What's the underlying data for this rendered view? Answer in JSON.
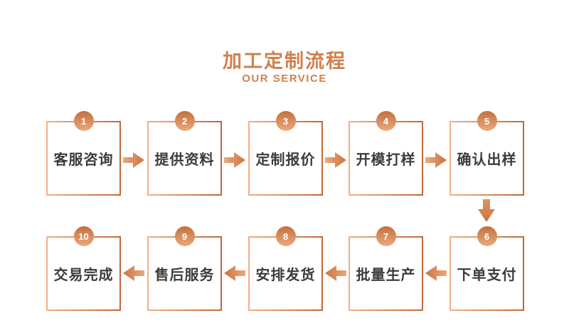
{
  "header": {
    "title": "加工定制流程",
    "subtitle": "OUR SERVICE"
  },
  "steps": [
    {
      "number": "1",
      "label": "客服咨询"
    },
    {
      "number": "2",
      "label": "提供资料"
    },
    {
      "number": "3",
      "label": "定制报价"
    },
    {
      "number": "4",
      "label": "开模打样"
    },
    {
      "number": "5",
      "label": "确认出样"
    },
    {
      "number": "6",
      "label": "下单支付"
    },
    {
      "number": "7",
      "label": "批量生产"
    },
    {
      "number": "8",
      "label": "安排发货"
    },
    {
      "number": "9",
      "label": "售后服务"
    },
    {
      "number": "10",
      "label": "交易完成"
    }
  ],
  "colors": {
    "copper": "#D0804E",
    "copper_light": "#F0B089",
    "copper_dark": "#BE6A36",
    "step_text": "#3C3C3C",
    "number_text": "#FFFFFF",
    "background": "#FFFFFF"
  }
}
